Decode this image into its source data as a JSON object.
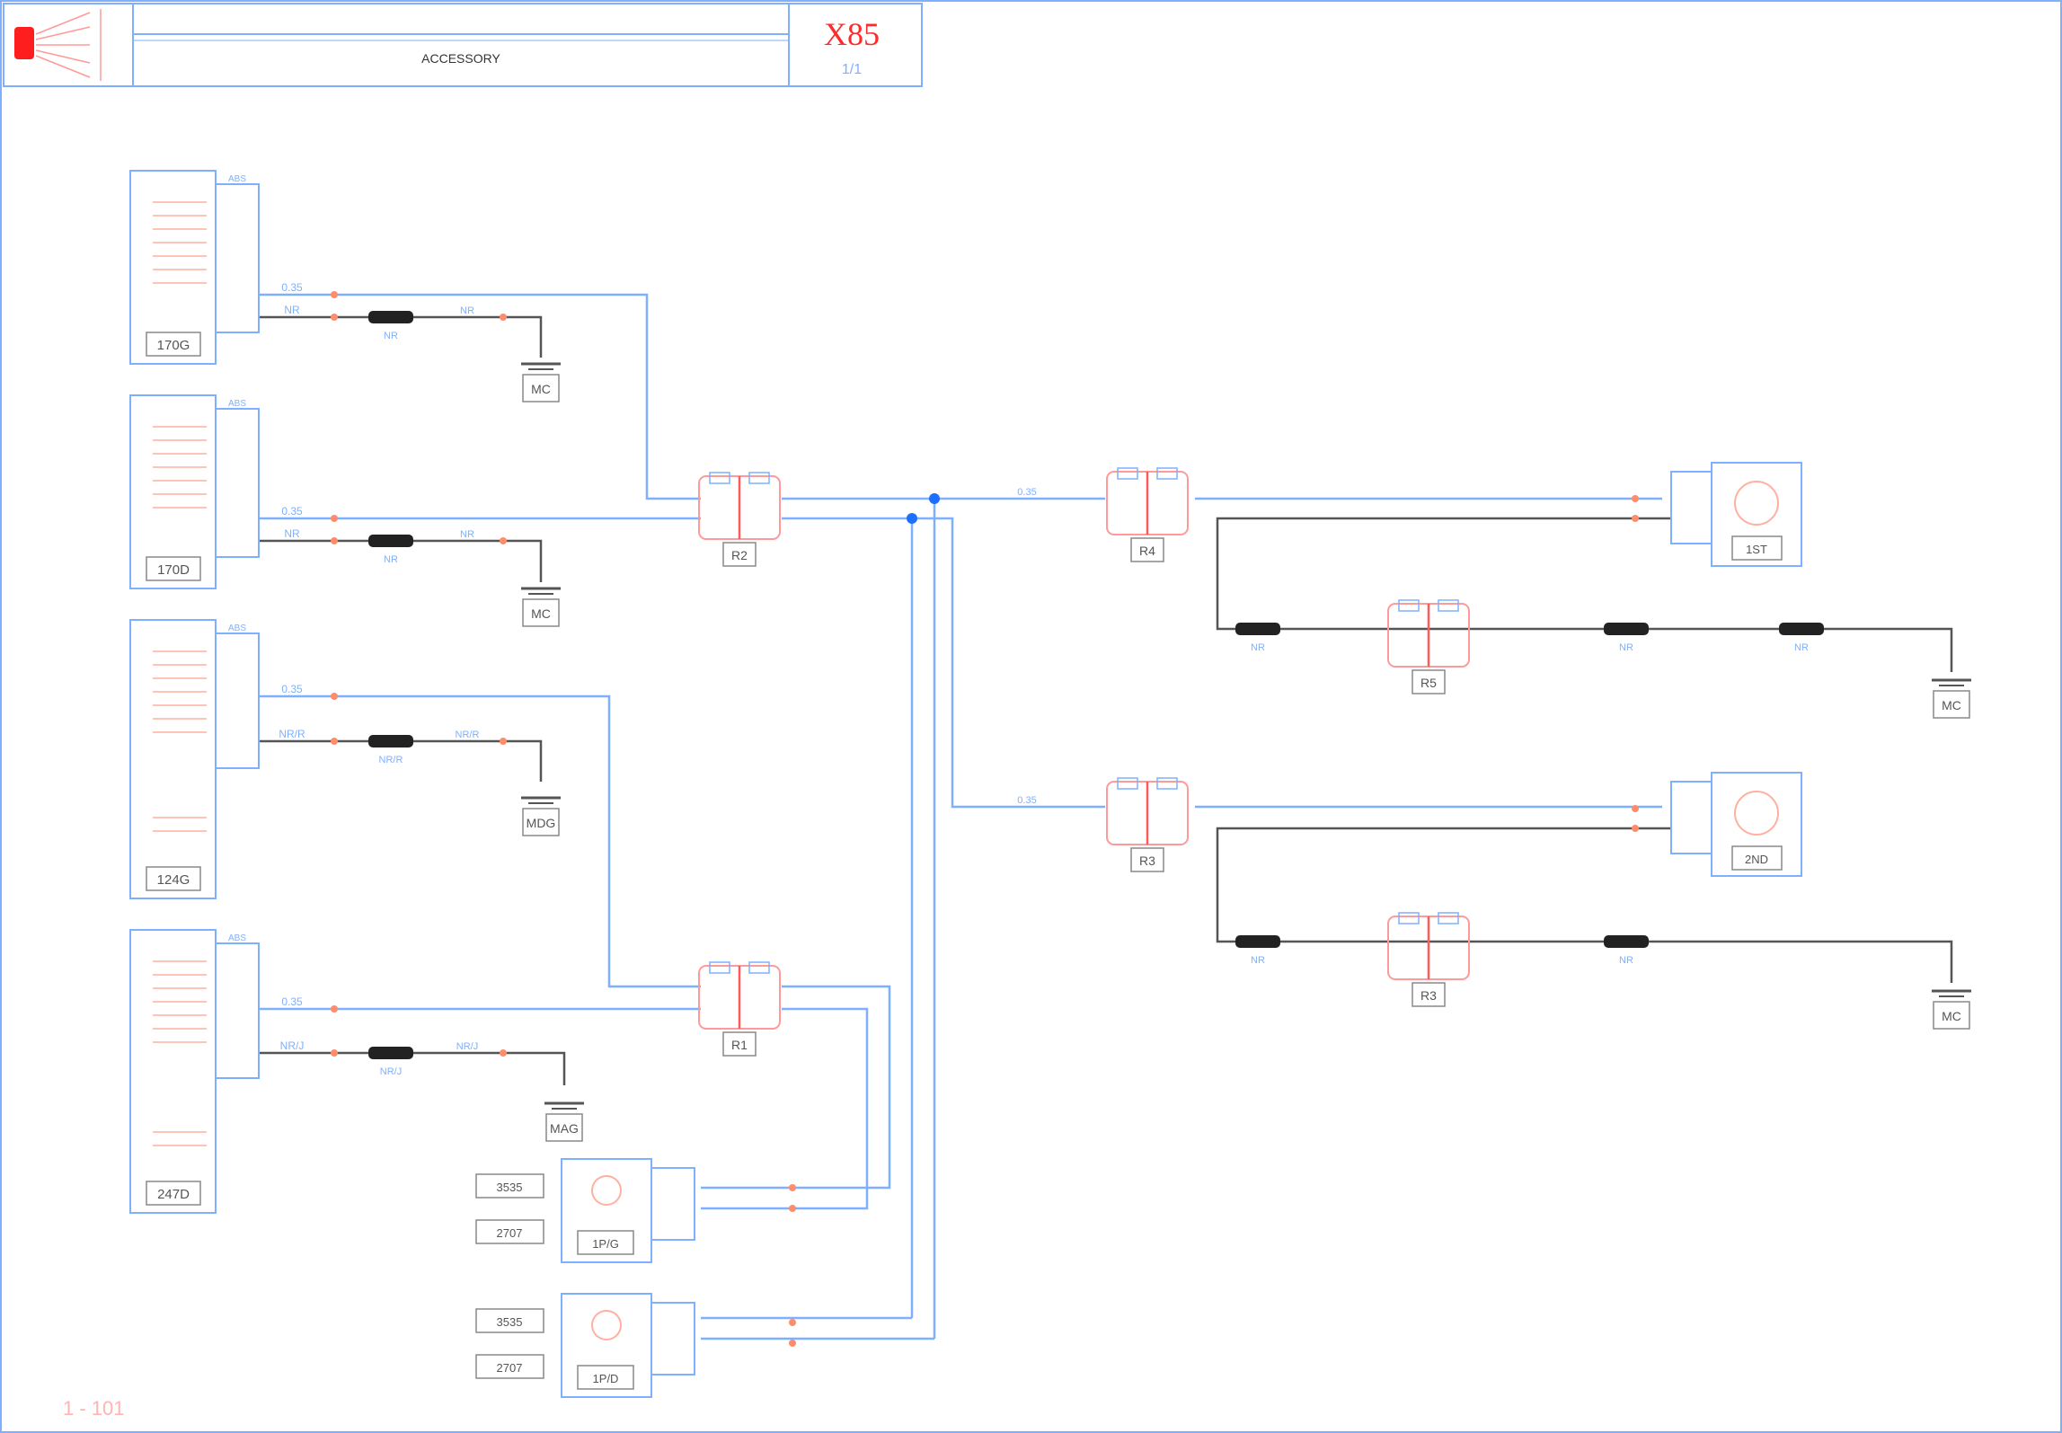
{
  "header": {
    "title": "ACCESSORY",
    "code": "X85",
    "sub": "1/1"
  },
  "footer": {
    "ref": "1 - 101"
  },
  "colors": {
    "wire": "#7fb0ff",
    "frame": "#7fb0ff",
    "pin": "#ff8c6b",
    "title": "#ff2a2a",
    "ground": "#555555",
    "splice": "#222222"
  },
  "left_modules": [
    {
      "label": "170G",
      "tag": "ABS",
      "w1": "0.35",
      "w2": "NR"
    },
    {
      "label": "170D",
      "tag": "ABS",
      "w1": "0.35",
      "w2": "NR"
    },
    {
      "label": "124G",
      "tag": "ABS",
      "w1": "0.35",
      "w2": "NR/R"
    },
    {
      "label": "247D",
      "tag": "ABS",
      "w1": "0.35",
      "w2": "NR/J"
    }
  ],
  "grounds": [
    "MC",
    "MC",
    "MDG",
    "MAG",
    "MC",
    "MC"
  ],
  "connectors": [
    "R2",
    "R4",
    "R3",
    "R3",
    "R1",
    "R5"
  ],
  "sensors": [
    {
      "label": "1P/G",
      "box1": "3535",
      "box2": "2707"
    },
    {
      "label": "1P/D",
      "box1": "3535",
      "box2": "2707"
    }
  ],
  "right_devices": [
    "1ST",
    "2ND"
  ],
  "splices": [
    "NR",
    "NR",
    "NR/R",
    "NR/J",
    "NR",
    "NR",
    "NR",
    "NR",
    "NR"
  ]
}
